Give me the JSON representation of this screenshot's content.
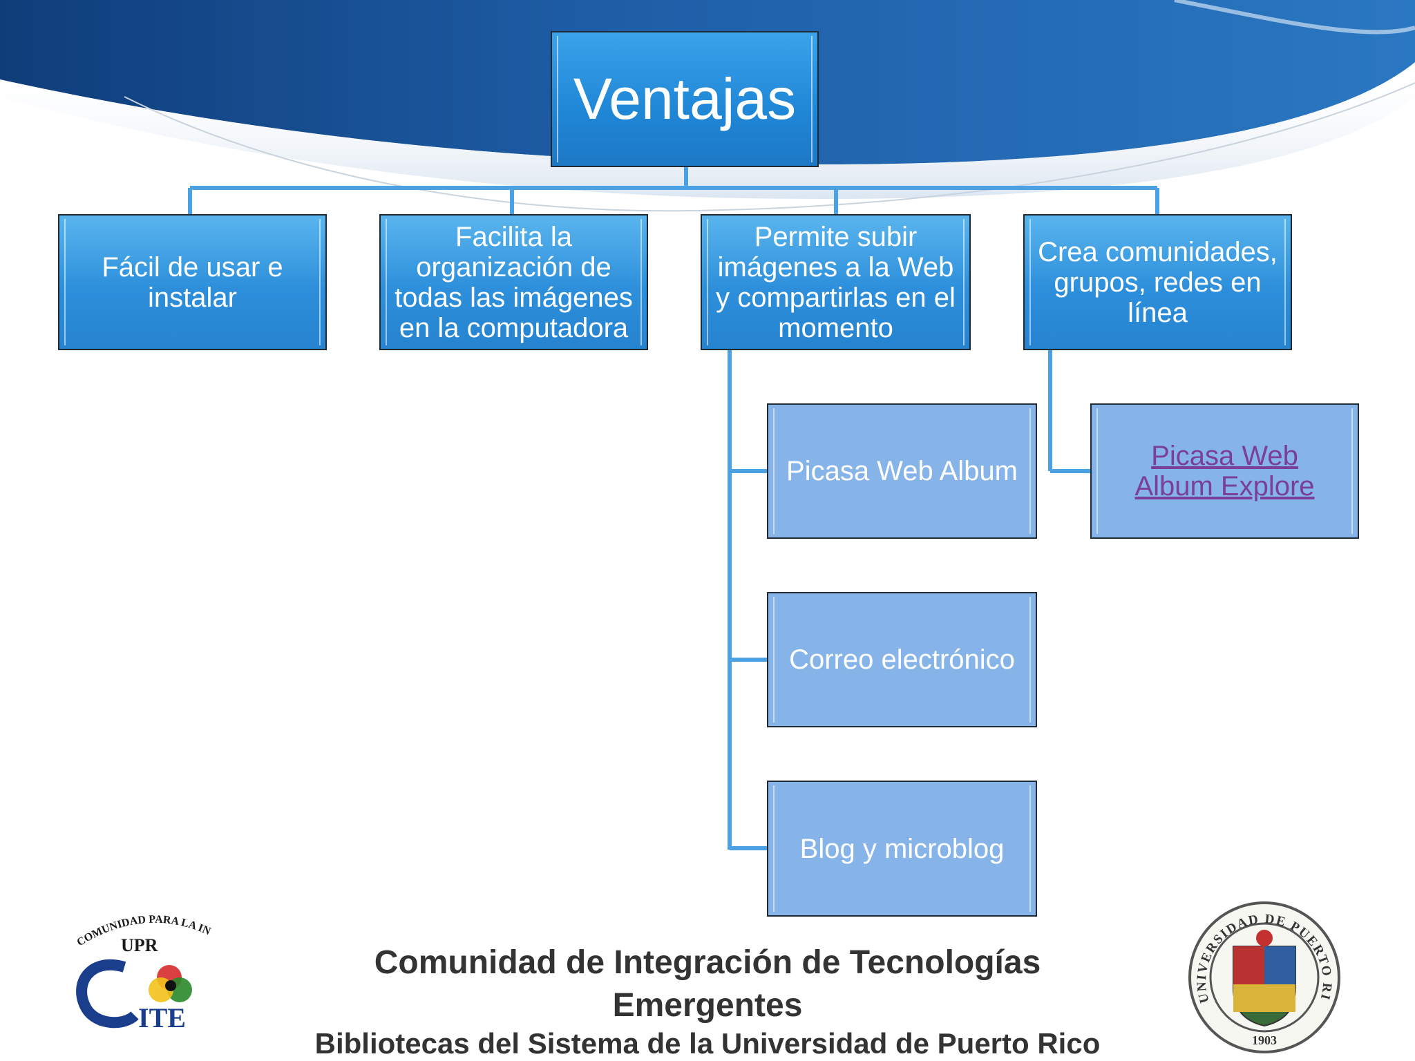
{
  "diagram": {
    "root": "Ventajas",
    "advantages": [
      "Fácil de usar e instalar",
      "Facilita la organización de todas las imágenes en la computadora",
      "Permite  subir imágenes a la Web y compartirlas en el momento",
      "Crea comunidades, grupos,  redes en línea"
    ],
    "upload_options": [
      "Picasa Web Album",
      "Correo electrónico",
      "Blog y microblog"
    ],
    "community_link": "Picasa Web Album Explore"
  },
  "footer": {
    "line1": "Comunidad de Integración de Tecnologías",
    "line2": "Emergentes",
    "line3": "Bibliotecas del Sistema de la Universidad de Puerto Rico"
  },
  "logos": {
    "left": {
      "arc_text": "COMUNIDAD PARA LA INTEGRACIÓN DE TECNOLOGÍAS EMERGENTES",
      "upr": "UPR",
      "mark": "CITE"
    },
    "right": {
      "ring_text": "UNIVERSIDAD DE PUERTO RICO",
      "year": "1903"
    }
  },
  "colors": {
    "header_blue": "#1f5fa8",
    "level1_box": "#2d8fdb",
    "level2_box": "#86b4e8",
    "connector": "#4aa2e4",
    "link": "#7a3f9a"
  }
}
